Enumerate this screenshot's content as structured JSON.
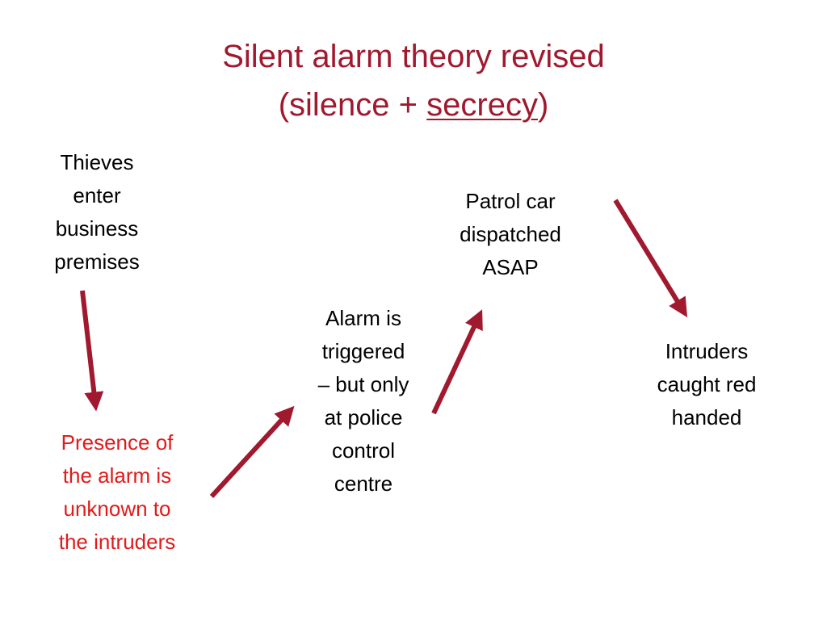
{
  "title": {
    "line1": "Silent alarm theory revised",
    "line2_prefix": "(silence + ",
    "line2_underlined": "secrecy",
    "line2_suffix": ")"
  },
  "nodes": {
    "thieves": [
      "Thieves",
      "enter",
      "business",
      "premises"
    ],
    "presence": [
      "Presence of",
      "the alarm is",
      "unknown to",
      "the intruders"
    ],
    "alarm": [
      "Alarm is",
      "triggered",
      "– but only",
      "at police",
      "control",
      "centre"
    ],
    "patrol": [
      "Patrol car",
      "dispatched",
      "ASAP"
    ],
    "intruders": [
      "Intruders",
      "caught red",
      "handed"
    ]
  },
  "colors": {
    "title": "#A0192E",
    "arrow": "#A0192E",
    "highlight_text": "#E01B1B",
    "body_text": "#000000"
  }
}
